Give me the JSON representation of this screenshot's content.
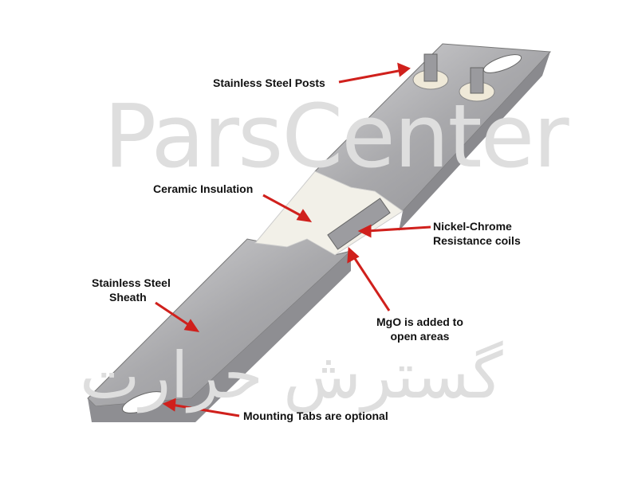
{
  "watermark": {
    "latin": "ParsCenter",
    "persian": "گسترش حرارت"
  },
  "labels": {
    "posts": "Stainless Steel Posts",
    "ceramic": "Ceramic Insulation",
    "coils_line1": "Nickel-Chrome",
    "coils_line2": "Resistance coils",
    "sheath_line1": "Stainless Steel",
    "sheath_line2": "Sheath",
    "mgo_line1": "MgO is added to",
    "mgo_line2": "open areas",
    "tabs": "Mounting Tabs are optional"
  },
  "colors": {
    "arrow": "#d0201c",
    "steel": "#b9b9bb",
    "ceramic": "#f2f0e8"
  }
}
